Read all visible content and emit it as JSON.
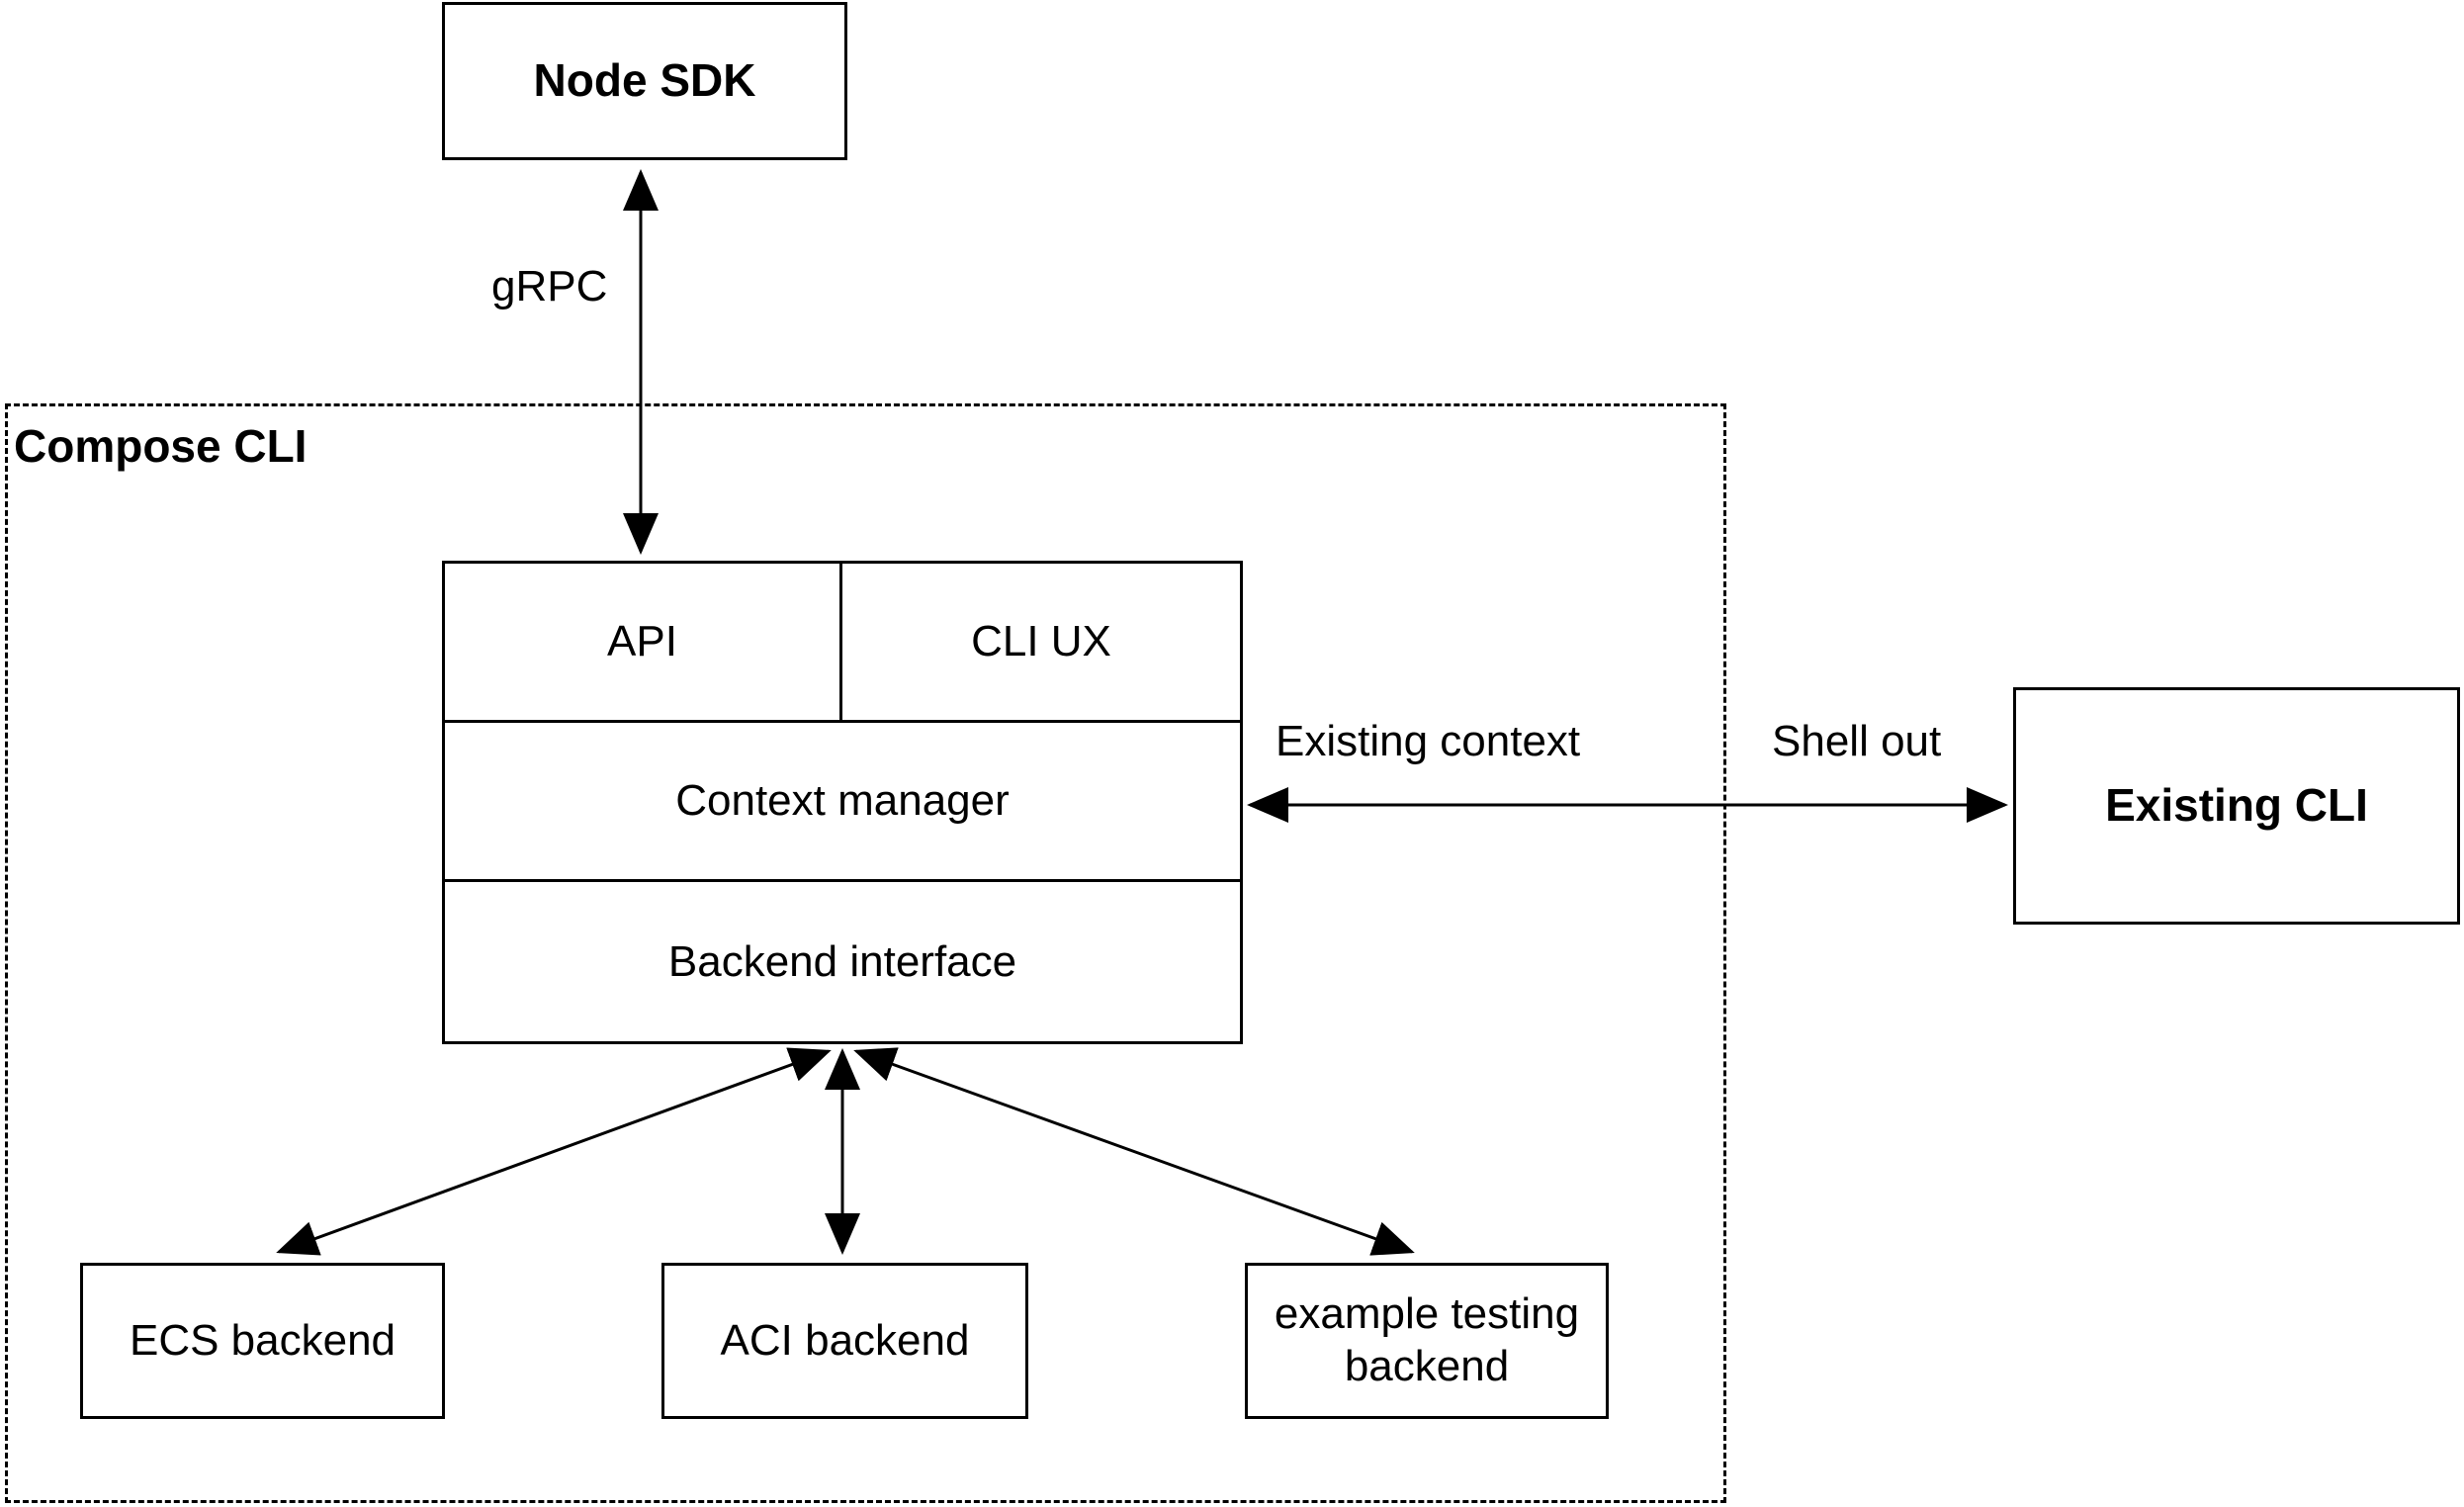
{
  "diagram": {
    "node_sdk": {
      "label": "Node SDK"
    },
    "compose_cli": {
      "label": "Compose CLI"
    },
    "stack": {
      "api": "API",
      "cli_ux": "CLI UX",
      "context_manager": "Context manager",
      "backend_interface": "Backend interface"
    },
    "existing_cli": {
      "label": "Existing CLI"
    },
    "backends": [
      {
        "label": "ECS backend"
      },
      {
        "label": "ACI backend"
      },
      {
        "label": "example testing backend"
      }
    ],
    "edge_labels": {
      "grpc": "gRPC",
      "existing_context": "Existing context",
      "shell_out": "Shell out"
    }
  },
  "colors": {
    "stroke": "#000000",
    "background": "#ffffff"
  }
}
